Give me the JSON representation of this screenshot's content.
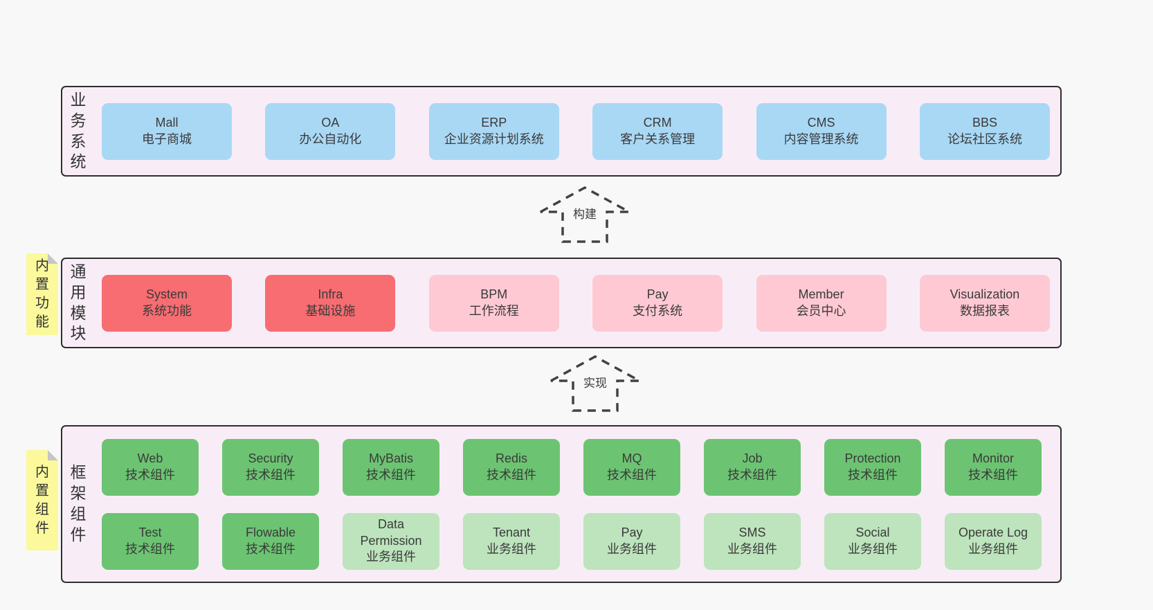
{
  "colors": {
    "page_bg": "#f8f8f8",
    "band_bg": "#f8edf6",
    "band_border": "#2e2e2e",
    "blue_box": "#a9d8f5",
    "red_box": "#f76d71",
    "pink_box": "#fec9d3",
    "green_box": "#6cc472",
    "light_green_box": "#bde4bd",
    "sticky_note": "#fbf99c",
    "text": "#3a3a3a"
  },
  "arrows": [
    {
      "label": "构建"
    },
    {
      "label": "实现"
    }
  ],
  "bands": [
    {
      "label": "业务系统",
      "boxes": [
        {
          "name": "Mall",
          "desc": "电子商城",
          "variant": "blue"
        },
        {
          "name": "OA",
          "desc": "办公自动化",
          "variant": "blue"
        },
        {
          "name": "ERP",
          "desc": "企业资源计划系统",
          "variant": "blue"
        },
        {
          "name": "CRM",
          "desc": "客户关系管理",
          "variant": "blue"
        },
        {
          "name": "CMS",
          "desc": "内容管理系统",
          "variant": "blue"
        },
        {
          "name": "BBS",
          "desc": "论坛社区系统",
          "variant": "blue"
        }
      ]
    },
    {
      "label": "通用模块",
      "sticky": "内置功能",
      "boxes": [
        {
          "name": "System",
          "desc": "系统功能",
          "variant": "red"
        },
        {
          "name": "Infra",
          "desc": "基础设施",
          "variant": "red"
        },
        {
          "name": "BPM",
          "desc": "工作流程",
          "variant": "pink"
        },
        {
          "name": "Pay",
          "desc": "支付系统",
          "variant": "pink"
        },
        {
          "name": "Member",
          "desc": "会员中心",
          "variant": "pink"
        },
        {
          "name": "Visualization",
          "desc": "数据报表",
          "variant": "pink"
        }
      ]
    },
    {
      "label": "框架组件",
      "sticky": "内置组件",
      "boxes": [
        {
          "name": "Web",
          "desc": "技术组件",
          "variant": "green"
        },
        {
          "name": "Security",
          "desc": "技术组件",
          "variant": "green"
        },
        {
          "name": "MyBatis",
          "desc": "技术组件",
          "variant": "green"
        },
        {
          "name": "Redis",
          "desc": "技术组件",
          "variant": "green"
        },
        {
          "name": "MQ",
          "desc": "技术组件",
          "variant": "green"
        },
        {
          "name": "Job",
          "desc": "技术组件",
          "variant": "green"
        },
        {
          "name": "Protection",
          "desc": "技术组件",
          "variant": "green"
        },
        {
          "name": "Monitor",
          "desc": "技术组件",
          "variant": "green"
        },
        {
          "name": "Test",
          "desc": "技术组件",
          "variant": "green"
        },
        {
          "name": "Flowable",
          "desc": "技术组件",
          "variant": "green"
        },
        {
          "name": "Data Permission",
          "desc": "业务组件",
          "variant": "lightgreen"
        },
        {
          "name": "Tenant",
          "desc": "业务组件",
          "variant": "lightgreen"
        },
        {
          "name": "Pay",
          "desc": "业务组件",
          "variant": "lightgreen"
        },
        {
          "name": "SMS",
          "desc": "业务组件",
          "variant": "lightgreen"
        },
        {
          "name": "Social",
          "desc": "业务组件",
          "variant": "lightgreen"
        },
        {
          "name": "Operate Log",
          "desc": "业务组件",
          "variant": "lightgreen"
        }
      ]
    }
  ]
}
